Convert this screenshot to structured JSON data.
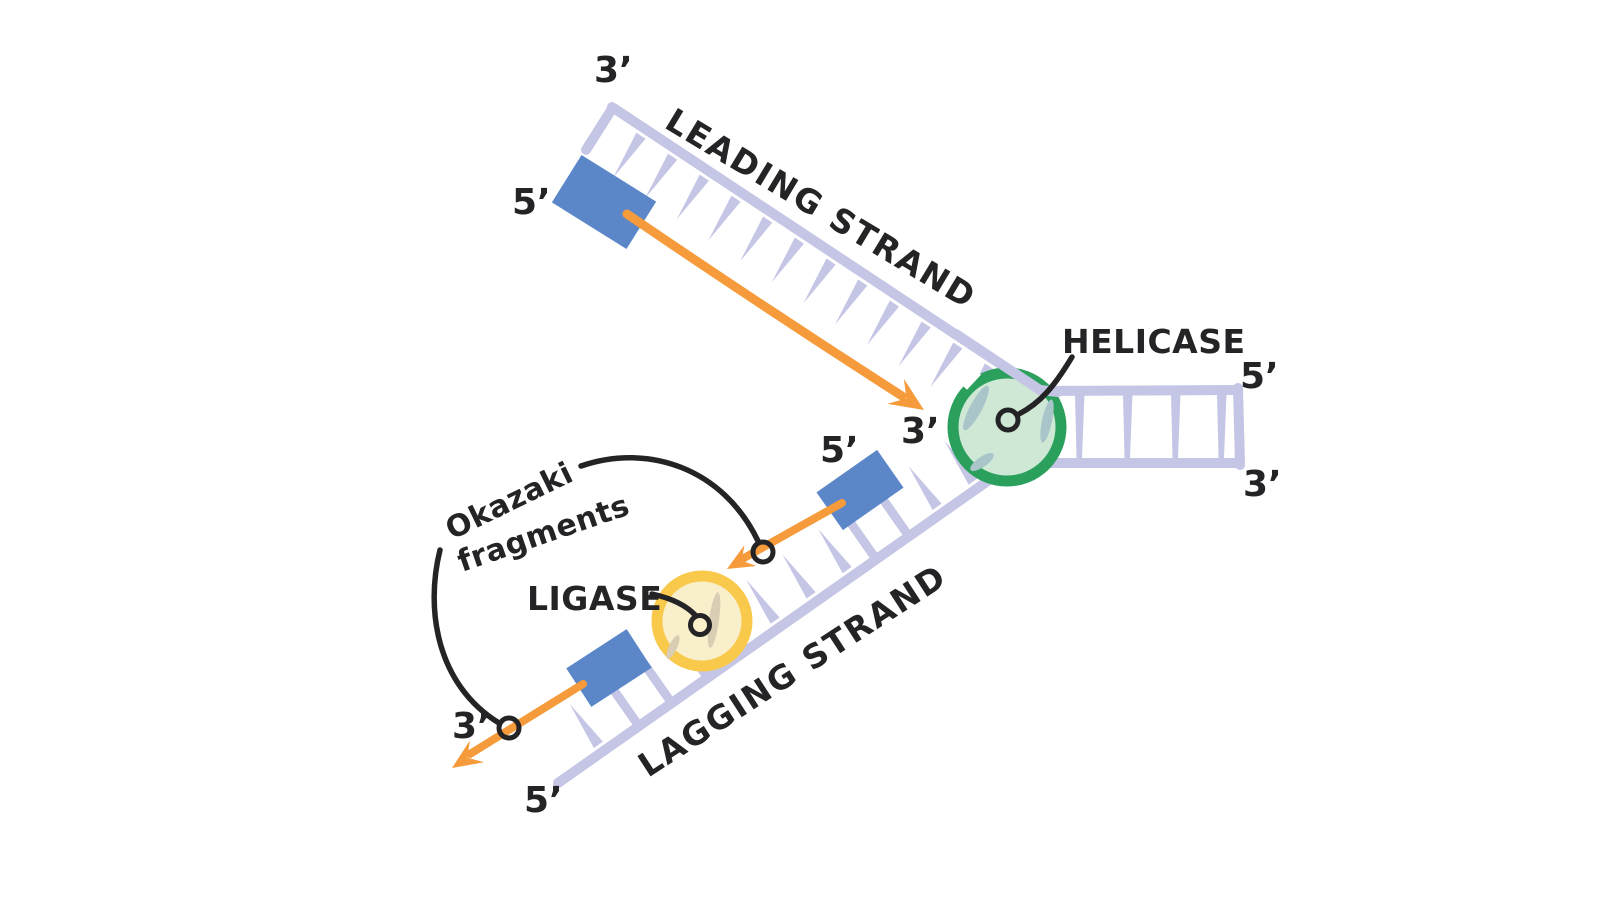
{
  "labels": {
    "leading_strand": "LEADING STRAND",
    "lagging_strand": "LAGGING STRAND",
    "helicase": "HELICASE",
    "ligase": "LIGASE",
    "okazaki_line1": "Okazaki",
    "okazaki_line2": "fragments",
    "leading_template_3": "3’",
    "leading_template_5": "5’",
    "leading_new_3": "3’",
    "parental_5": "5’",
    "parental_3": "3’",
    "fragment_5": "5’",
    "lagging_new_3": "3’",
    "lagging_template_5": "5’"
  },
  "colors": {
    "ladder": "#c5c5e5",
    "primer_blue": "#5b87c9",
    "arrow_orange": "#f59b3b",
    "helicase_ring": "#2aa05c",
    "helicase_fill": "#cfe8d6",
    "helicase_streak": "#a9c5ca",
    "ligase_ring": "#f9c94c",
    "ligase_fill": "#f9efcb",
    "ligase_streak": "#d9cdb4",
    "ink": "#242426",
    "bg": "#ffffff"
  }
}
